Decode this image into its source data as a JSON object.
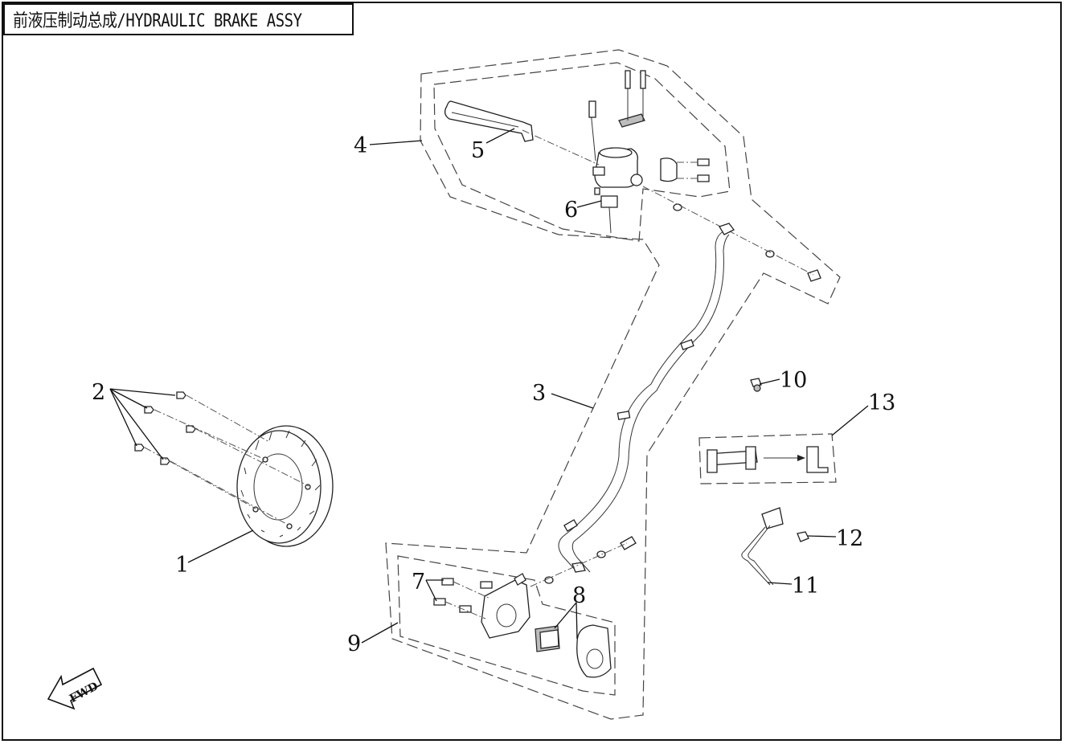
{
  "title": "前液压制动总成/HYDRAULIC BRAKE ASSY",
  "callouts": {
    "c1": "1",
    "c2": "2",
    "c3": "3",
    "c4": "4",
    "c5": "5",
    "c6": "6",
    "c7": "7",
    "c8": "8",
    "c9": "9",
    "c10": "10",
    "c11": "11",
    "c12": "12",
    "c13": "13"
  },
  "fwd_label": "FWD"
}
